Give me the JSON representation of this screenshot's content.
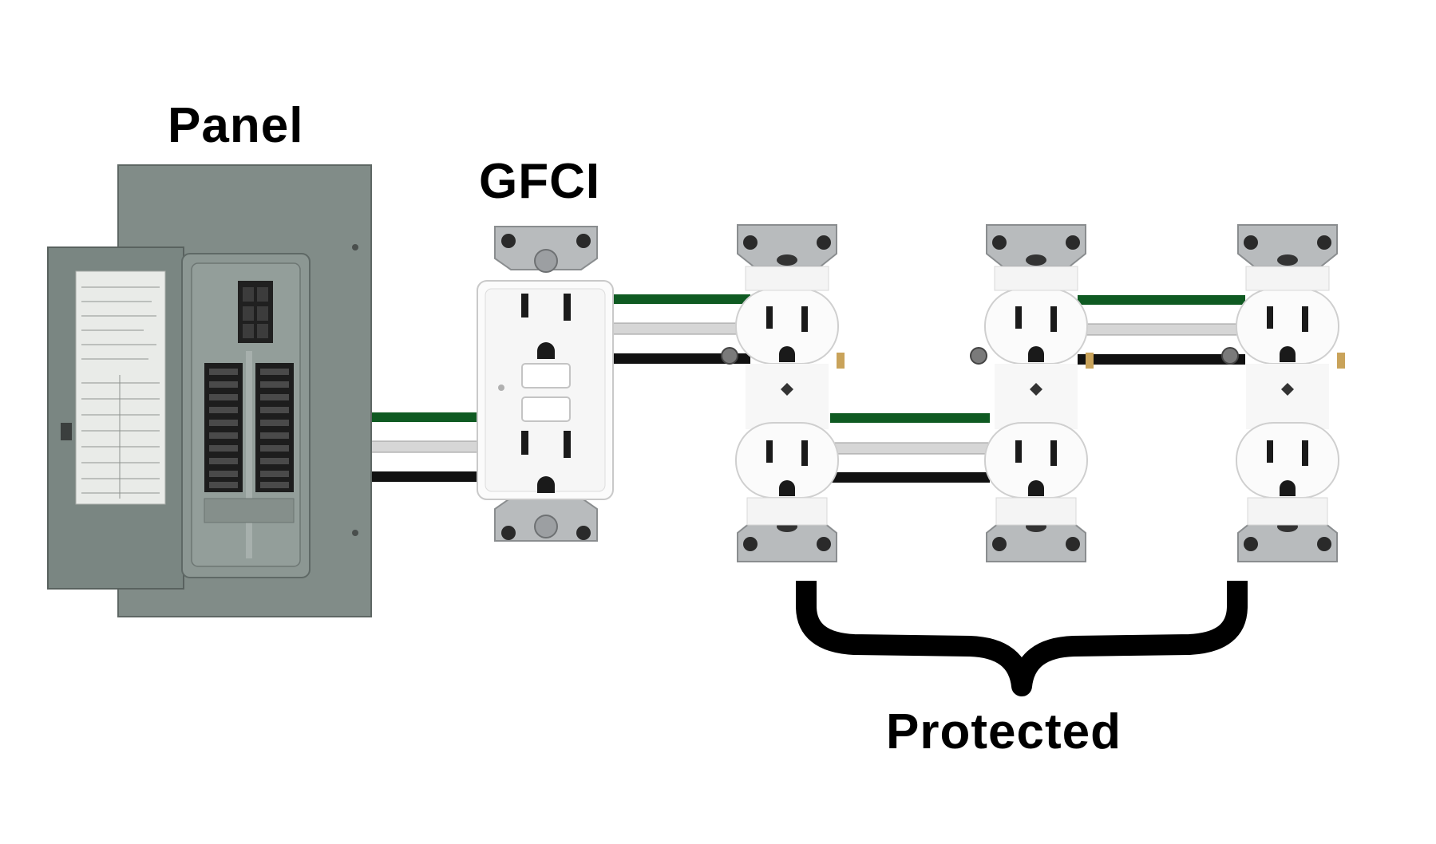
{
  "labels": {
    "panel": "Panel",
    "gfci": "GFCI",
    "protected": "Protected"
  },
  "colors": {
    "background": "#ffffff",
    "ground_wire": "#0f5a22",
    "neutral_wire": "#d9d9d9",
    "hot_wire": "#111111",
    "panel_body": "#7d8a85",
    "receptacle": "#fbfbfb",
    "strap_metal": "#b9bcbe",
    "brace": "#000000"
  },
  "devices": [
    {
      "type": "breaker-panel",
      "name": "Panel"
    },
    {
      "type": "gfci-receptacle",
      "name": "GFCI"
    },
    {
      "type": "duplex-receptacle",
      "protected": true
    },
    {
      "type": "duplex-receptacle",
      "protected": true
    },
    {
      "type": "duplex-receptacle",
      "protected": true
    }
  ]
}
